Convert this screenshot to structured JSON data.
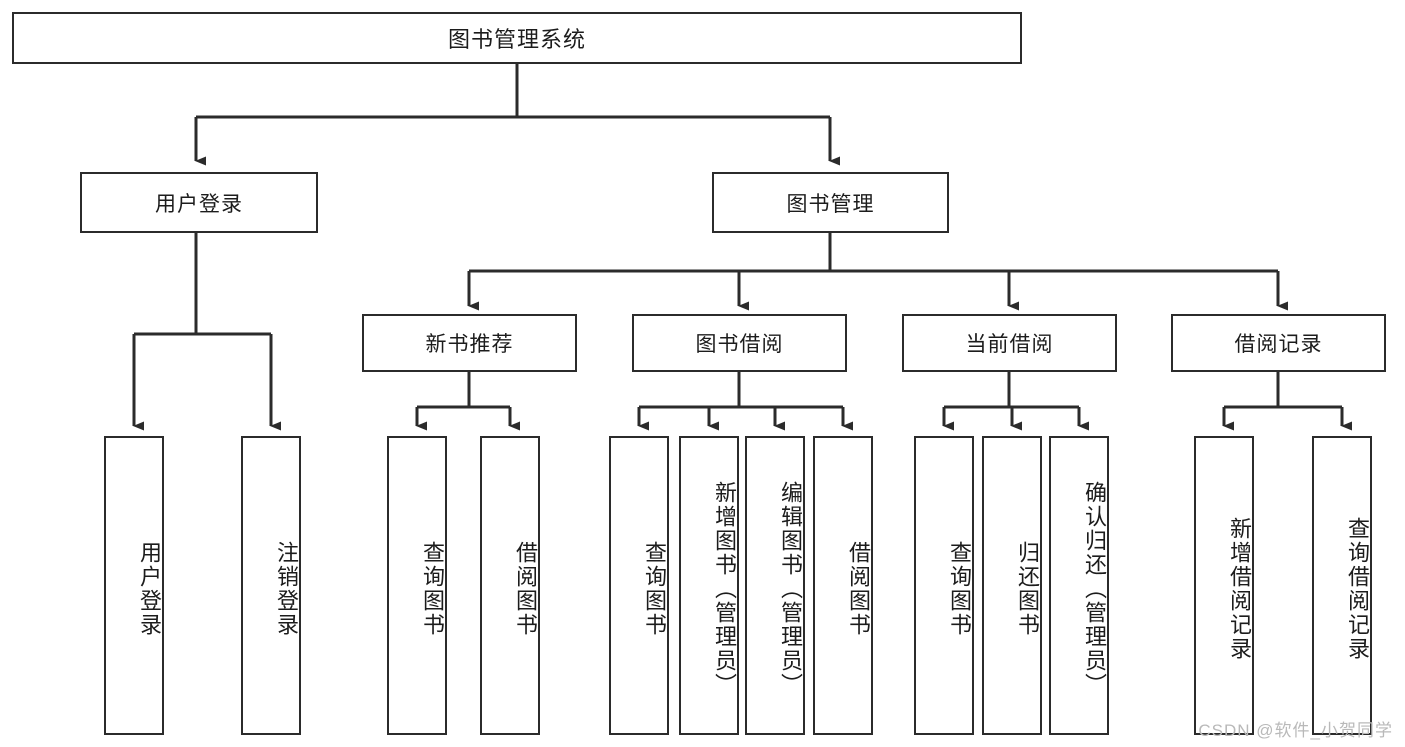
{
  "diagram": {
    "title": "图书管理系统",
    "type": "tree",
    "line_color": "#2b2b2b",
    "box_fill": "#ffffff",
    "text_color": "#1c1c1c"
  },
  "root": {
    "label": "图书管理系统"
  },
  "level2": [
    {
      "label": "用户登录"
    },
    {
      "label": "图书管理"
    }
  ],
  "level3": [
    {
      "label": "新书推荐"
    },
    {
      "label": "图书借阅"
    },
    {
      "label": "当前借阅"
    },
    {
      "label": "借阅记录"
    }
  ],
  "leaves": {
    "user_login": [
      {
        "label": "用户登录"
      },
      {
        "label": "注销登录"
      }
    ],
    "new_book": [
      {
        "label": "查询图书"
      },
      {
        "label": "借阅图书"
      }
    ],
    "book_borrow": [
      {
        "label": "查询图书"
      },
      {
        "label": "新增图书（管理员）"
      },
      {
        "label": "编辑图书（管理员）"
      },
      {
        "label": "借阅图书"
      }
    ],
    "current_borrow": [
      {
        "label": "查询图书"
      },
      {
        "label": "归还图书"
      },
      {
        "label": "确认归还（管理员）"
      }
    ],
    "borrow_record": [
      {
        "label": "新增借阅记录"
      },
      {
        "label": "查询借阅记录"
      }
    ]
  },
  "watermark": {
    "text": "CSDN @软件_小贺同学"
  }
}
